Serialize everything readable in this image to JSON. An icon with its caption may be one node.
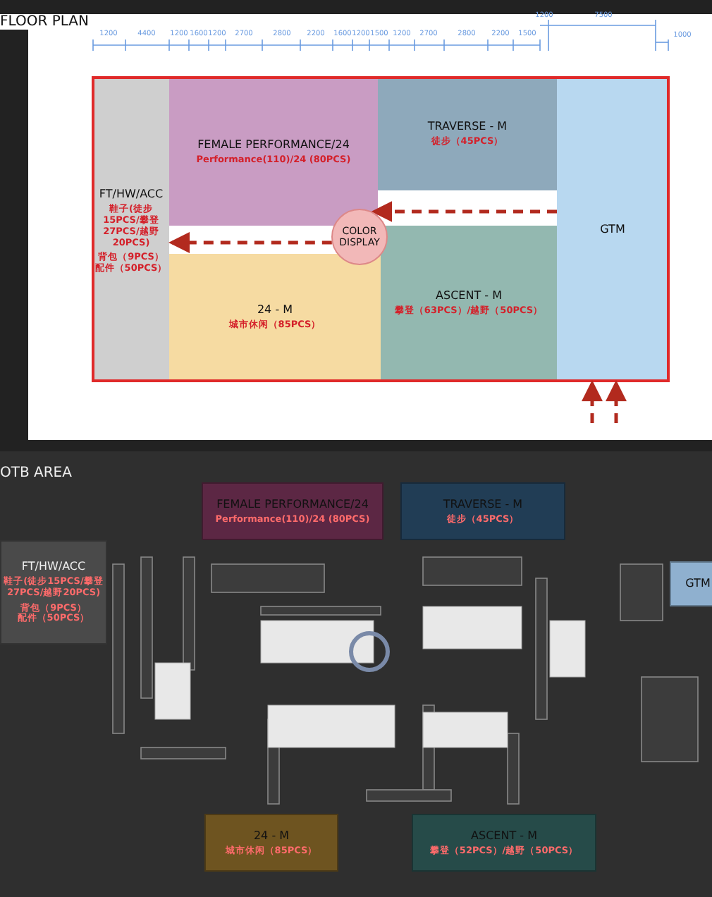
{
  "diagram": {
    "nodes": [
      {
        "text": [
          "FT/HW/ACC",
          "鞋子(徒步15PCS/攀登27PCS/越野20PCS)",
          "背包（9PCS）",
          "配件（50PCS）"
        ]
      },
      {
        "text": [
          "FEMALE PERFORMANCE/24",
          "Performance(110)/24 (80PCS)"
        ]
      },
      {
        "text": [
          "TRAVERSE - M",
          "徒步（45PCS）"
        ]
      },
      {
        "text": [
          "COLOR DISPLAY"
        ]
      },
      {
        "text": [
          "24 - M",
          "城市休闲（85PCS）"
        ]
      },
      {
        "text": [
          "ASCENT - M",
          "攀登（63PCS）/越野（50PCS）"
        ]
      },
      {
        "text": [
          "GTM"
        ]
      },
      {
        "text": [
          "FEMALE PERFORMANCE/24",
          "Performance(110)/24 (80PCS)"
        ]
      },
      {
        "text": [
          "TRAVERSE - M",
          "徒步（45PCS）"
        ]
      },
      {
        "text": [
          "FT/HW/ACC",
          "鞋子(徒步15PCS/攀登27PCS/越野20PCS)",
          "背包（9PCS）",
          "配件（50PCS）"
        ]
      },
      {
        "text": [
          "GTM"
        ]
      },
      {
        "text": [
          "24 - M",
          "城市休闲（85PCS）"
        ]
      },
      {
        "text": [
          "ASCENT - M",
          "攀登（52PCS）/越野（50PCS）"
        ]
      }
    ],
    "edges": [
      {
        "from": 6,
        "to": 3,
        "arrow": "to",
        "style": "dashed"
      },
      {
        "from": 3,
        "to": 0,
        "arrow": "to",
        "style": "dashed"
      },
      {
        "from": null,
        "to": 6,
        "arrow": "to",
        "style": "dashed"
      },
      {
        "from": null,
        "to": 6,
        "arrow": "to",
        "style": "dashed"
      }
    ],
    "labels": [
      "FLOOR PLAN",
      "1200",
      "4400",
      "1200",
      "1600",
      "1200",
      "2700",
      "2800",
      "2200",
      "1600",
      "1200",
      "1500",
      "1200",
      "2700",
      "2800",
      "2200",
      "1500",
      "1200",
      "7500",
      "1000",
      "OTB AREA"
    ]
  }
}
